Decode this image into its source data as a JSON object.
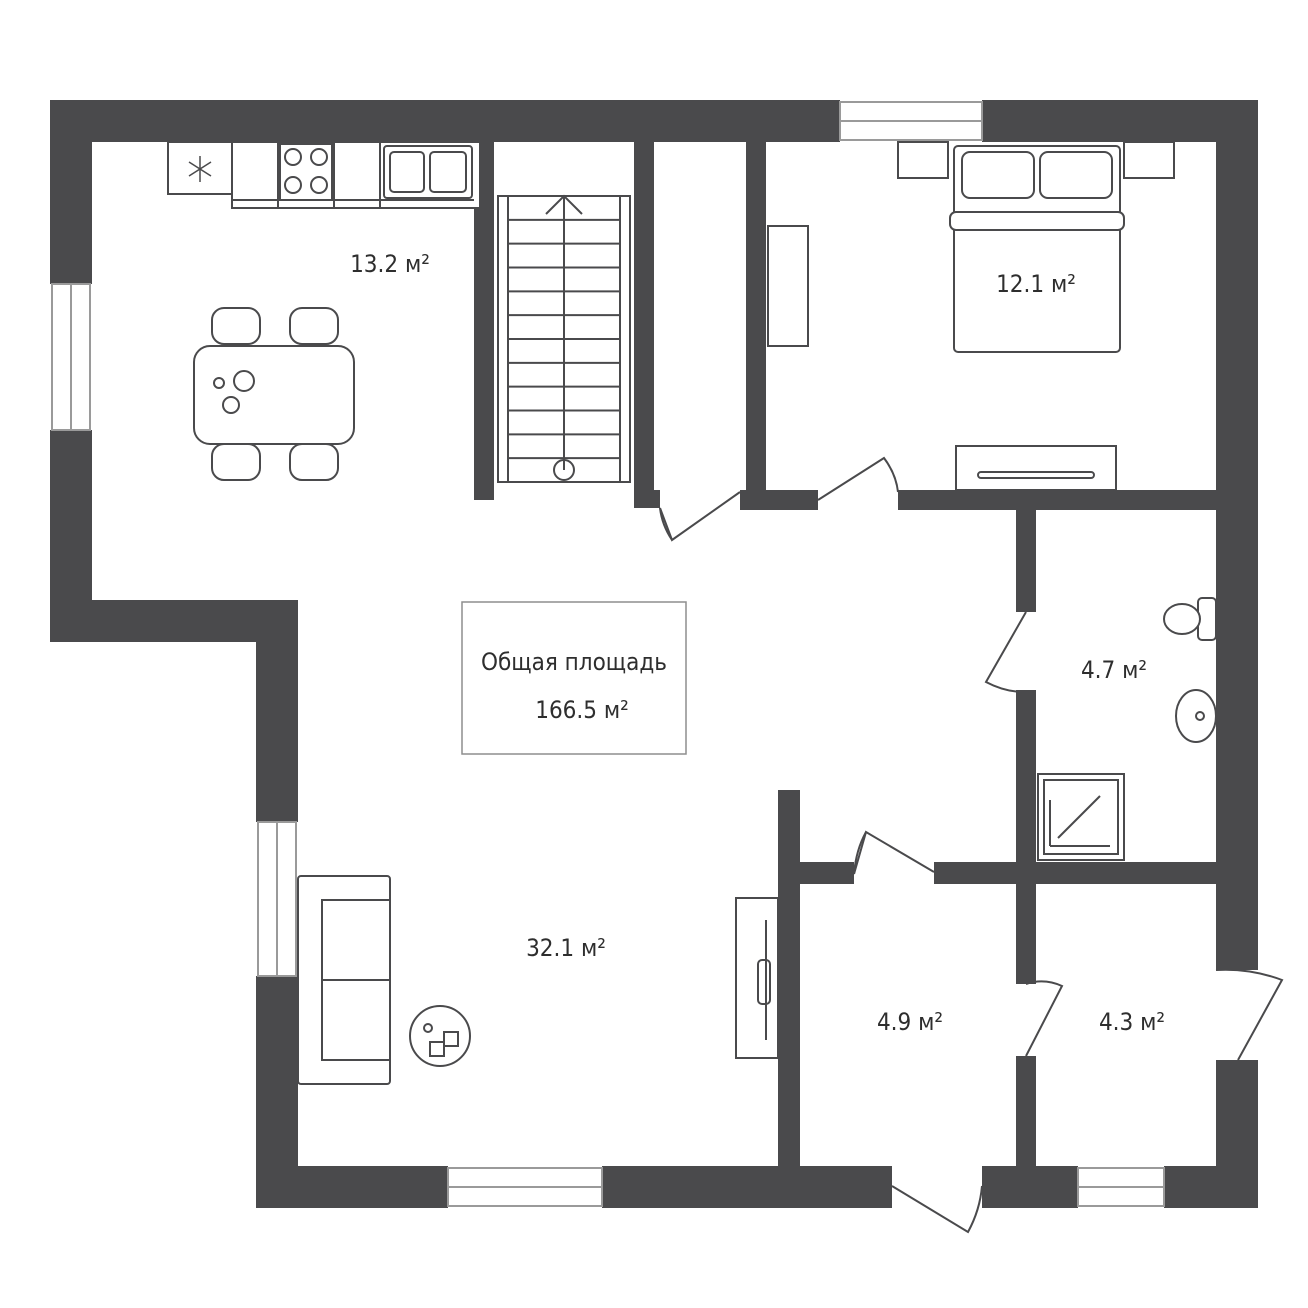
{
  "total_area": {
    "title": "Общая площадь",
    "value": "166.5 м²"
  },
  "rooms": [
    {
      "id": "kitchen",
      "area": "13.2 м²"
    },
    {
      "id": "bedroom",
      "area": "12.1 м²"
    },
    {
      "id": "bathroom",
      "area": "4.7 м²"
    },
    {
      "id": "living",
      "area": "32.1 м²"
    },
    {
      "id": "storage",
      "area": "4.9 м²"
    },
    {
      "id": "utility",
      "area": "4.3 м²"
    }
  ],
  "colors": {
    "wall": "#4a4a4c",
    "background": "#ffffff",
    "window": "#9a9a9a"
  },
  "icons": [
    "snowflake-icon",
    "stove-icon",
    "sink-icon",
    "toilet-icon",
    "washbasin-icon",
    "shower-icon",
    "bed-icon",
    "dining-table-icon",
    "sofa-icon",
    "stair-arrow-icon",
    "plant-icon"
  ]
}
